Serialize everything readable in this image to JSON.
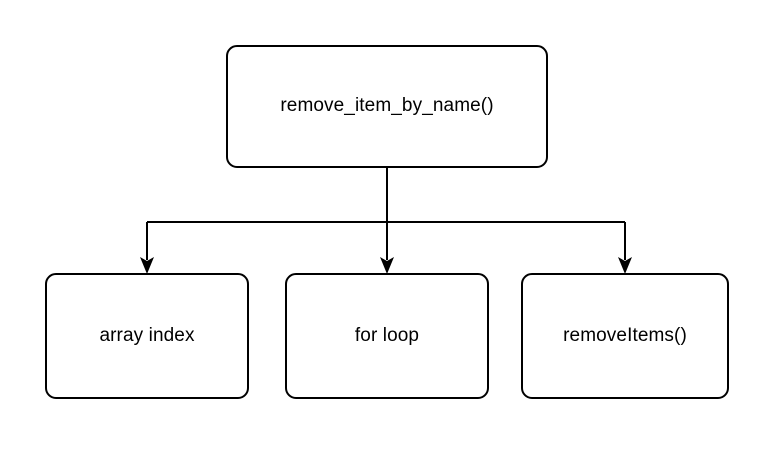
{
  "diagram": {
    "type": "flowchart",
    "orientation": "top-down",
    "background_color": "#ffffff",
    "stroke_color": "#000000",
    "text_color": "#000000",
    "root": {
      "id": "remove_item_by_name",
      "label": "remove_item_by_name()",
      "shape": "rounded-rectangle"
    },
    "children": [
      {
        "id": "array-index",
        "label": "array index",
        "shape": "rounded-rectangle"
      },
      {
        "id": "for-loop",
        "label": "for loop",
        "shape": "rounded-rectangle"
      },
      {
        "id": "remove-items",
        "label": "removeItems()",
        "shape": "rounded-rectangle"
      }
    ],
    "edges": [
      {
        "from": "remove_item_by_name",
        "to": "array-index",
        "arrowhead": "filled-triangle",
        "style": "orthogonal"
      },
      {
        "from": "remove_item_by_name",
        "to": "for-loop",
        "arrowhead": "filled-triangle",
        "style": "orthogonal"
      },
      {
        "from": "remove_item_by_name",
        "to": "remove-items",
        "arrowhead": "filled-triangle",
        "style": "orthogonal"
      }
    ]
  }
}
